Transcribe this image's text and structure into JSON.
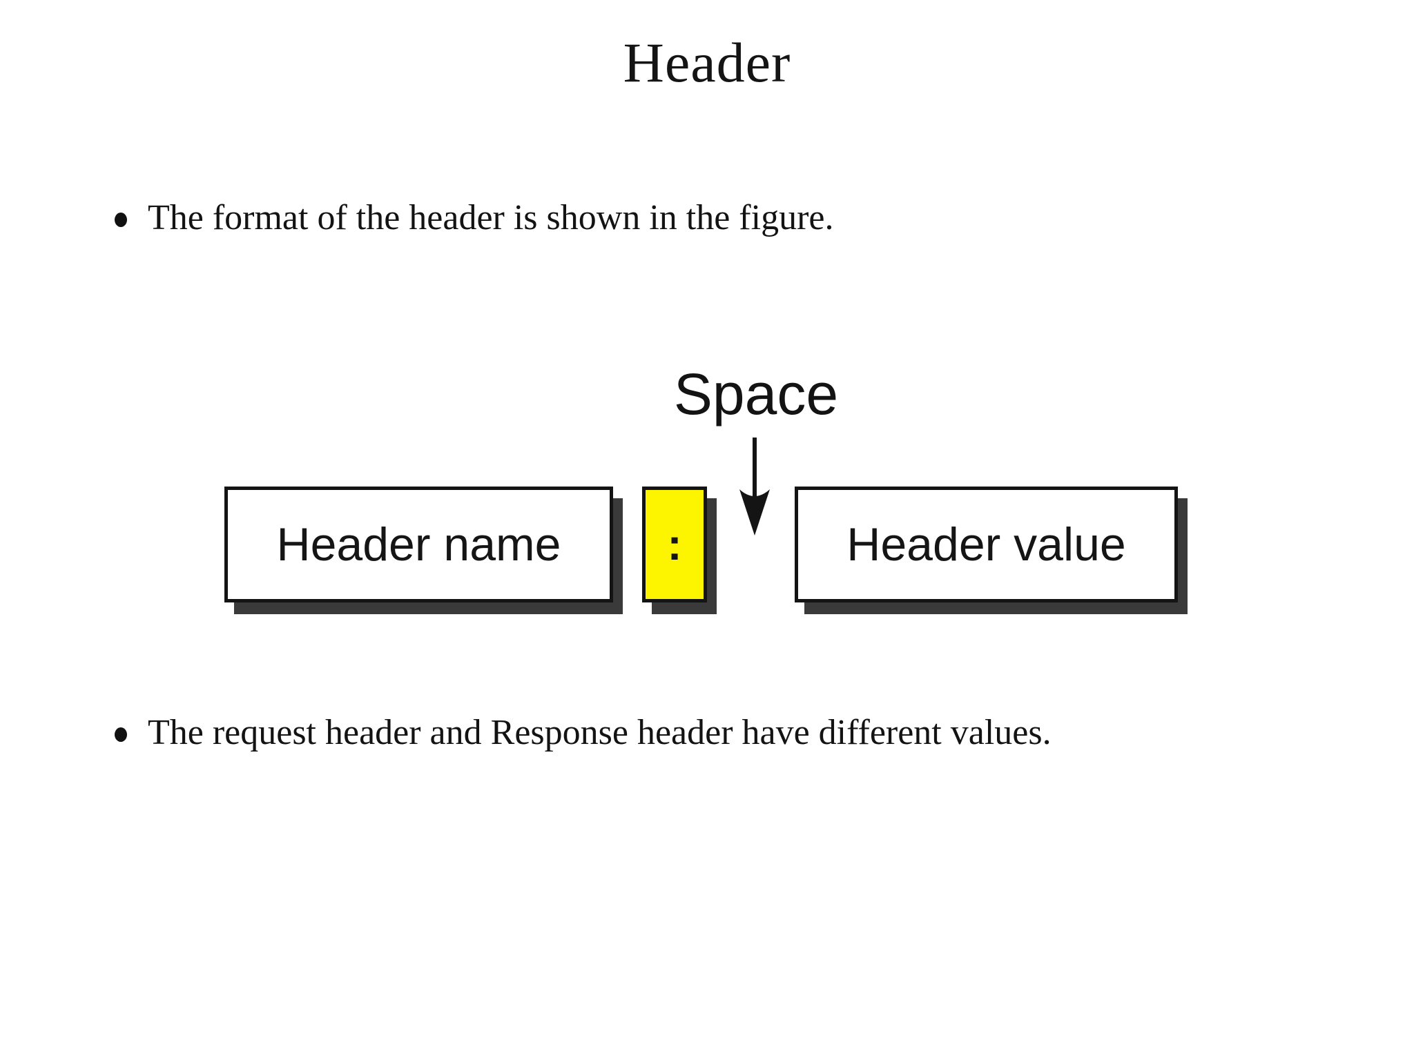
{
  "slide": {
    "title": "Header",
    "bullets": [
      "The format of the header is shown in the figure.",
      "The request header and Response header have different values."
    ]
  },
  "diagram": {
    "space_label": "Space",
    "header_name_label": "Header name",
    "separator": ":",
    "header_value_label": "Header value"
  },
  "colors": {
    "background": "#ffffff",
    "text": "#131313",
    "box_border": "#141414",
    "box_shadow": "#3a3a3a",
    "separator_highlight": "#fdf500"
  }
}
